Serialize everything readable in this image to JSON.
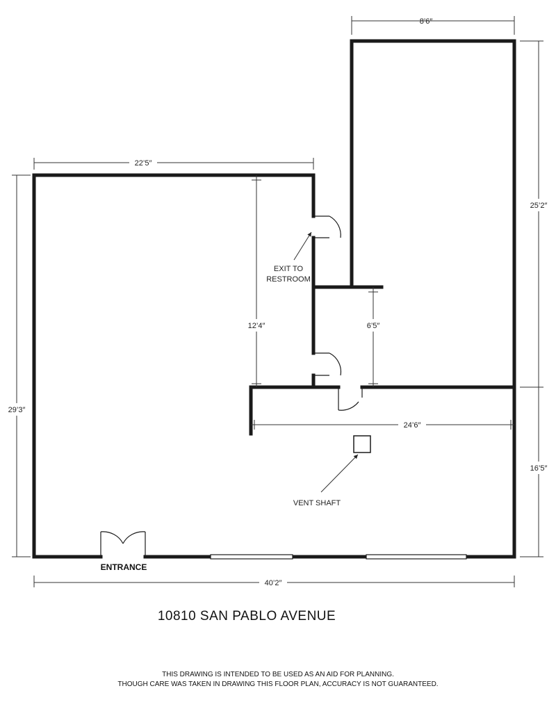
{
  "dimensions": {
    "top_right_width": "8’6″",
    "left_room_width": "22’5″",
    "right_height": "25’2″",
    "left_height": "29’3″",
    "hall_height": "12’4″",
    "corridor_height": "6’5″",
    "lower_width": "24’6″",
    "lower_right_height": "16’5″",
    "total_width": "40’2″"
  },
  "labels": {
    "exit_line1": "EXIT TO",
    "exit_line2": "RESTROOM",
    "vent": "VENT SHAFT",
    "entrance": "ENTRANCE"
  },
  "address": "10810 SAN PABLO AVENUE",
  "disclaimer_line1": "THIS DRAWING IS INTENDED TO BE USED AS AN AID FOR PLANNING.",
  "disclaimer_line2": "THOUGH CARE WAS TAKEN IN DRAWING THIS FLOOR PLAN, ACCURACY IS NOT GUARANTEED."
}
